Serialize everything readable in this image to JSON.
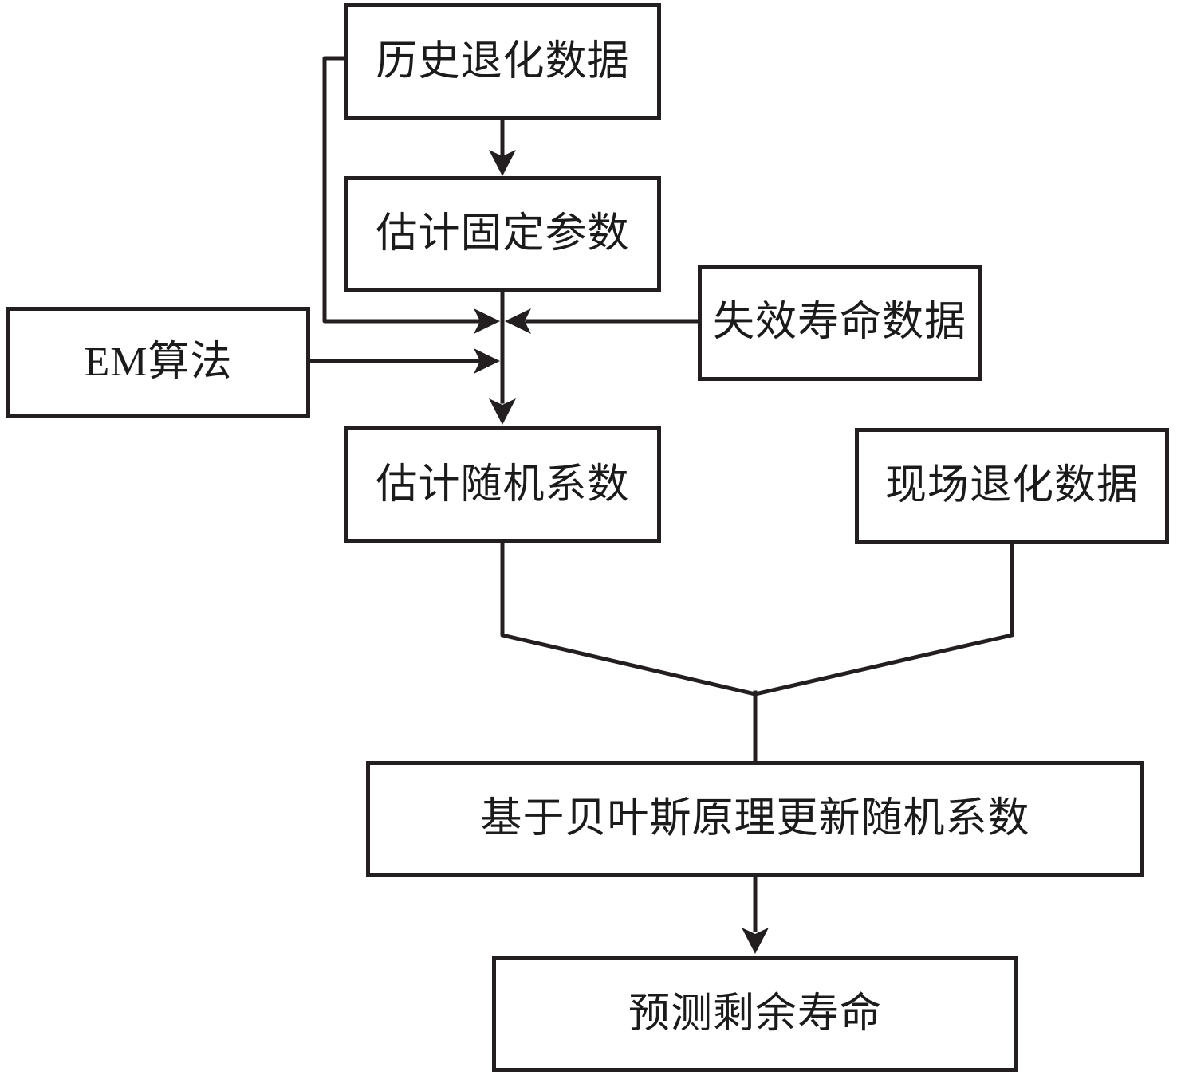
{
  "diagram": {
    "type": "flowchart",
    "background_color": "#ffffff",
    "line_color": "#231f20",
    "text_color": "#1b1b1b",
    "nodes": [
      {
        "id": "historical-degradation-data",
        "label": "历史退化数据"
      },
      {
        "id": "estimate-fixed-parameters",
        "label": "估计固定参数"
      },
      {
        "id": "em-algorithm",
        "label": "EM算法"
      },
      {
        "id": "failure-lifetime-data",
        "label": "失效寿命数据"
      },
      {
        "id": "estimate-random-coefficients",
        "label": "估计随机系数"
      },
      {
        "id": "field-degradation-data",
        "label": "现场退化数据"
      },
      {
        "id": "bayesian-update-random-coefficients",
        "label": "基于贝叶斯原理更新随机系数"
      },
      {
        "id": "predict-remaining-life",
        "label": "预测剩余寿命"
      }
    ],
    "edges": [
      {
        "from": "historical-degradation-data",
        "to": "estimate-fixed-parameters",
        "style": "arrow-down"
      },
      {
        "from": "historical-degradation-data",
        "to": "estimate-random-coefficients",
        "style": "arrow-right-into-junction"
      },
      {
        "from": "estimate-fixed-parameters",
        "to": "estimate-random-coefficients",
        "style": "arrow-down-through-junction"
      },
      {
        "from": "failure-lifetime-data",
        "to": "estimate-random-coefficients",
        "style": "arrow-left-into-junction"
      },
      {
        "from": "em-algorithm",
        "to": "estimate-random-coefficients",
        "style": "arrow-right-into-junction"
      },
      {
        "from": "estimate-random-coefficients",
        "to": "bayesian-update-random-coefficients",
        "style": "merge-funnel"
      },
      {
        "from": "field-degradation-data",
        "to": "bayesian-update-random-coefficients",
        "style": "merge-funnel"
      },
      {
        "from": "bayesian-update-random-coefficients",
        "to": "predict-remaining-life",
        "style": "arrow-down"
      }
    ]
  }
}
